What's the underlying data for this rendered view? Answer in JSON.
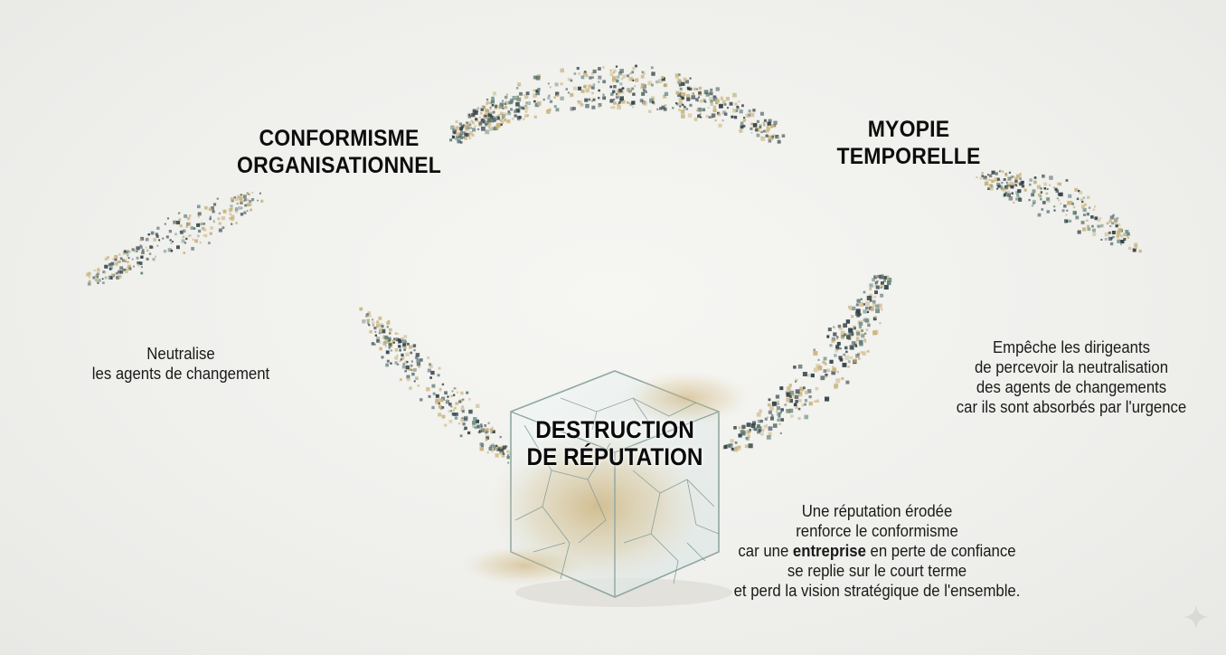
{
  "nodes": {
    "conformisme": {
      "title_lines": [
        "CONFORMISME",
        "ORGANISATIONNEL"
      ]
    },
    "myopie": {
      "title_lines": [
        "MYOPIE",
        "TEMPORELLE"
      ]
    },
    "destruction": {
      "title_lines": [
        "DESTRUCTION",
        "DE RÉPUTATION"
      ]
    }
  },
  "descriptions": {
    "left": {
      "lines": [
        "Neutralise",
        "les agents de changement"
      ]
    },
    "right": {
      "lines": [
        "Empêche les dirigeants",
        "de percevoir la neutralisation",
        "des agents de changements",
        "car ils sont absorbés par l'urgence"
      ]
    },
    "bottom": {
      "line1": "Une réputation érodée",
      "line2": "renforce le conformisme",
      "line3_pre": "car une ",
      "line3_bold": "entreprise",
      "line3_post": " en perte de confiance",
      "line4": "se replie sur le court terme",
      "line5": "et perd la vision stratégique de l'ensemble."
    }
  },
  "colors": {
    "particle_dark": "#2f3f45",
    "particle_teal": "#5d7f7a",
    "particle_sand": "#c8b27a",
    "glass_edge": "#8fa7a3",
    "sand": "#c9ad73"
  }
}
